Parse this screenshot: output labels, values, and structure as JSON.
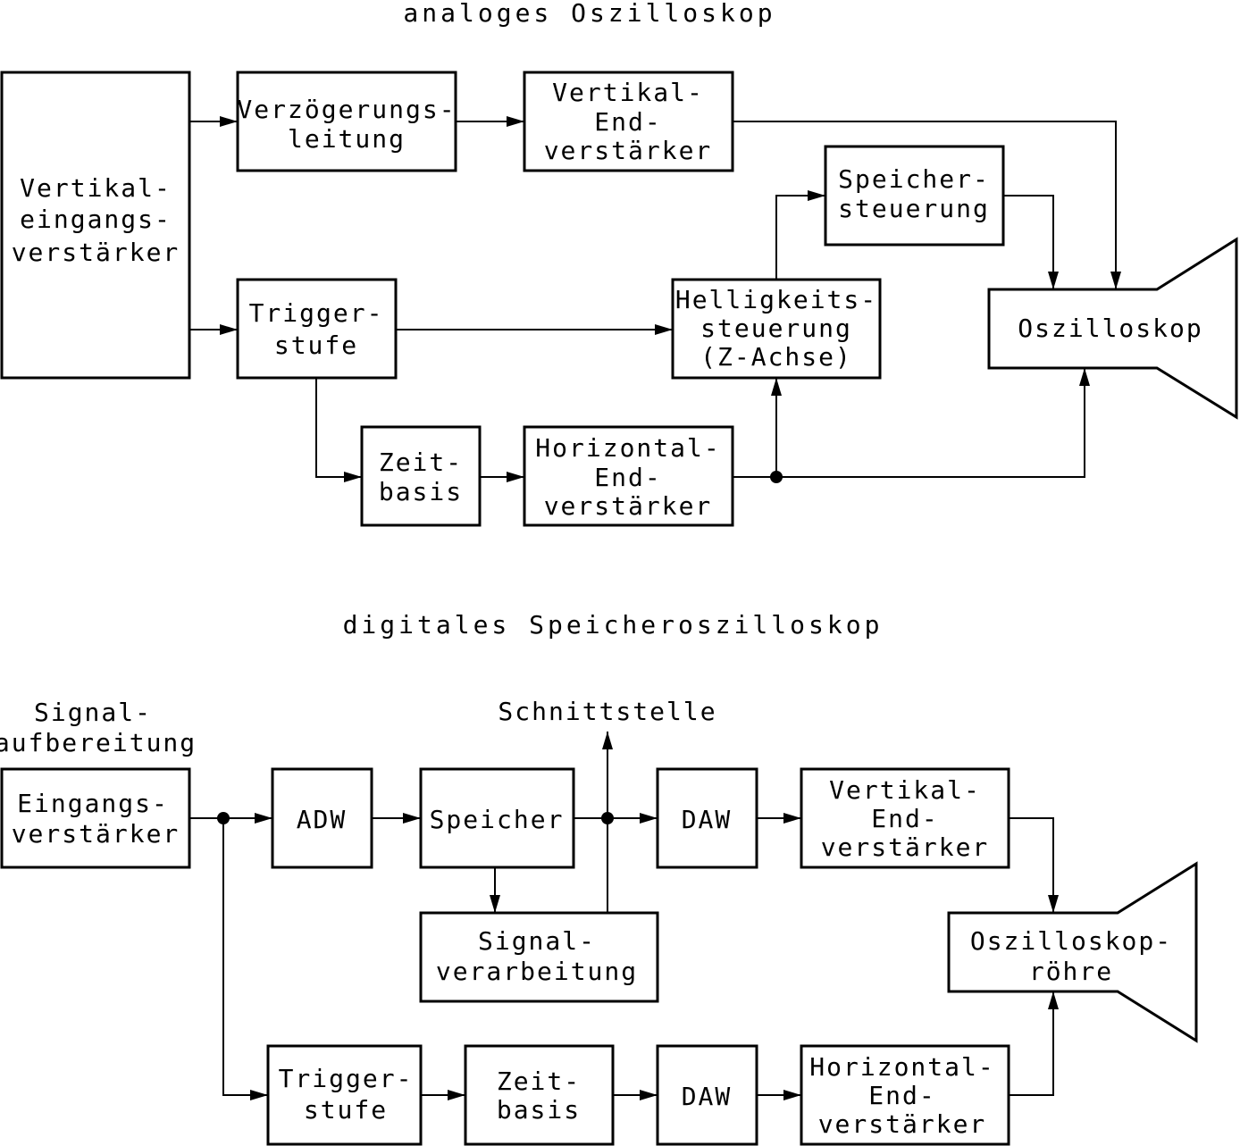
{
  "analog": {
    "title": "analoges Oszilloskop",
    "vert_input": [
      "Vertikal-",
      "eingangs-",
      "verstärker"
    ],
    "delay_line": [
      "Verzögerungs-",
      "leitung"
    ],
    "vert_output": [
      "Vertikal-",
      "End-",
      "verstärker"
    ],
    "memory_ctrl": [
      "Speicher-",
      "steuerung"
    ],
    "trigger": [
      "Trigger-",
      "stufe"
    ],
    "brightness": [
      "Helligkeits-",
      "steuerung",
      "(Z-Achse)"
    ],
    "scope": "Oszilloskop",
    "timebase": [
      "Zeit-",
      "basis"
    ],
    "horiz_output": [
      "Horizontal-",
      "End-",
      "verstärker"
    ]
  },
  "digital": {
    "title": "digitales Speicheroszilloskop",
    "signal_conditioning": [
      "Signal-",
      "aufbereitung"
    ],
    "input_amp": [
      "Eingangs-",
      "verstärker"
    ],
    "adc": "ADW",
    "memory": "Speicher",
    "interface": "Schnittstelle",
    "dac_vert": "DAW",
    "vert_output": [
      "Vertikal-",
      "End-",
      "verstärker"
    ],
    "signal_processing": [
      "Signal-",
      "verarbeitung"
    ],
    "tube": [
      "Oszilloskop-",
      "röhre"
    ],
    "trigger": [
      "Trigger-",
      "stufe"
    ],
    "timebase": [
      "Zeit-",
      "basis"
    ],
    "dac_horiz": "DAW",
    "horiz_output": [
      "Horizontal-",
      "End-",
      "verstärker"
    ]
  }
}
